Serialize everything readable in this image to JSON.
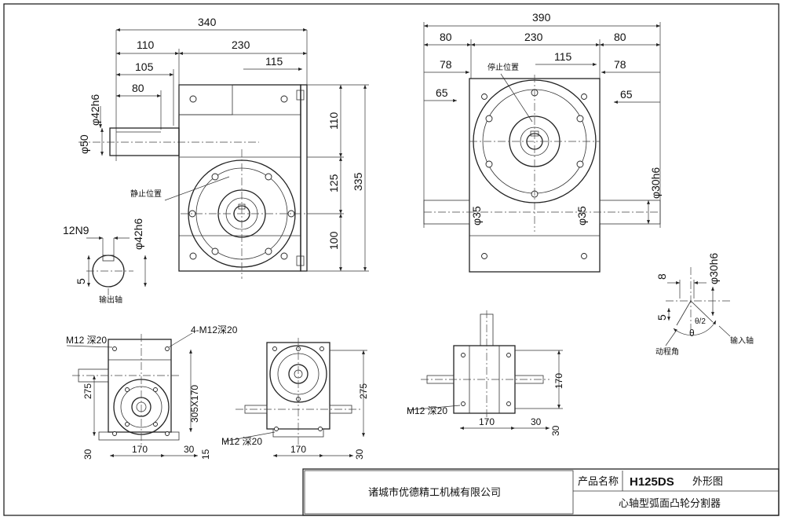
{
  "drawing": {
    "front_view": {
      "overall_width": "340",
      "shaft_stub": "110",
      "body_width": "230",
      "to_center": "115",
      "key_dist_1": "105",
      "key_dist_2": "80",
      "shaft_dia_1": "φ42h6",
      "shaft_dia_2": "φ50",
      "height_1": "110",
      "height_2": "125",
      "height_3": "100",
      "overall_height": "335",
      "stop_position": "静止位置"
    },
    "output_shaft": {
      "key_width": "12N9",
      "shaft_dia": "φ42h6",
      "key_depth": "5",
      "label": "输出轴"
    },
    "side_view": {
      "overall_width": "390",
      "side_1": "80",
      "center": "230",
      "side_2": "80",
      "step_1": "78",
      "half": "115",
      "step_2": "78",
      "flange_1": "65",
      "flange_2": "65",
      "stop_position": "停止位置",
      "shaft_dia": "φ30h6",
      "bore_1": "φ35",
      "bore_2": "φ35"
    },
    "input_shaft": {
      "dim_8": "8",
      "shaft_dia": "φ30h6",
      "dim_5": "5",
      "angle_label": "动程角",
      "theta": "θ",
      "half_theta": "θ/2",
      "label": "输入轴"
    },
    "bottom_view_1": {
      "thread_1": "M12  深20",
      "thread_2": "4-M12深20",
      "height_275": "275",
      "size": "305X170",
      "dim_30": "30",
      "dim_170": "170",
      "dim_30b": "30",
      "dim_15": "15"
    },
    "bottom_view_2": {
      "height_275": "275",
      "thread": "M12  深20",
      "dim_170": "170",
      "dim_30": "30"
    },
    "bottom_view_3": {
      "thread": "M12  深20",
      "height_170": "170",
      "dim_170": "170",
      "dim_30": "30",
      "dim_30b": "30"
    }
  },
  "title_block": {
    "company": "诸城市优德精工机械有限公司",
    "product_name_label": "产品名称",
    "model": "H125DS",
    "drawing_type": "外形图",
    "product_name": "心轴型弧面凸轮分割器"
  }
}
